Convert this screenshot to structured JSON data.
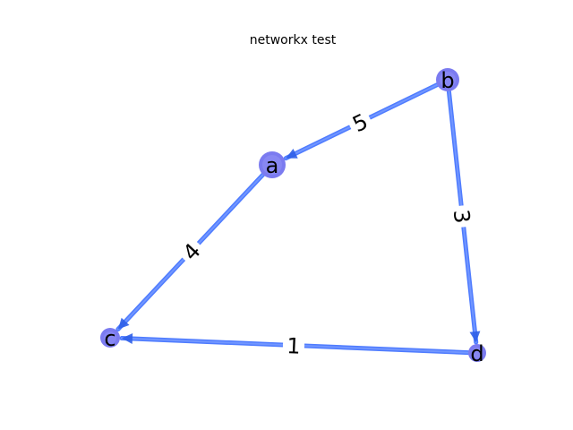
{
  "title": "networkx test",
  "colors": {
    "edge": "#4f7cff",
    "edge_inner": "#7a9dff",
    "arrow": "#2f5fe8",
    "node_fill": "#7b7bf0",
    "node_ring": "#8f8ff5",
    "node_inner_accent": "#2db0a8",
    "text": "#000000",
    "background": "#ffffff"
  },
  "nodes": [
    {
      "id": "a",
      "label": "a"
    },
    {
      "id": "b",
      "label": "b"
    },
    {
      "id": "c",
      "label": "c"
    },
    {
      "id": "d",
      "label": "d"
    }
  ],
  "edges": [
    {
      "source": "b",
      "target": "a",
      "label": "5"
    },
    {
      "source": "a",
      "target": "c",
      "label": "4"
    },
    {
      "source": "b",
      "target": "d",
      "label": "3"
    },
    {
      "source": "d",
      "target": "c",
      "label": "1"
    }
  ]
}
